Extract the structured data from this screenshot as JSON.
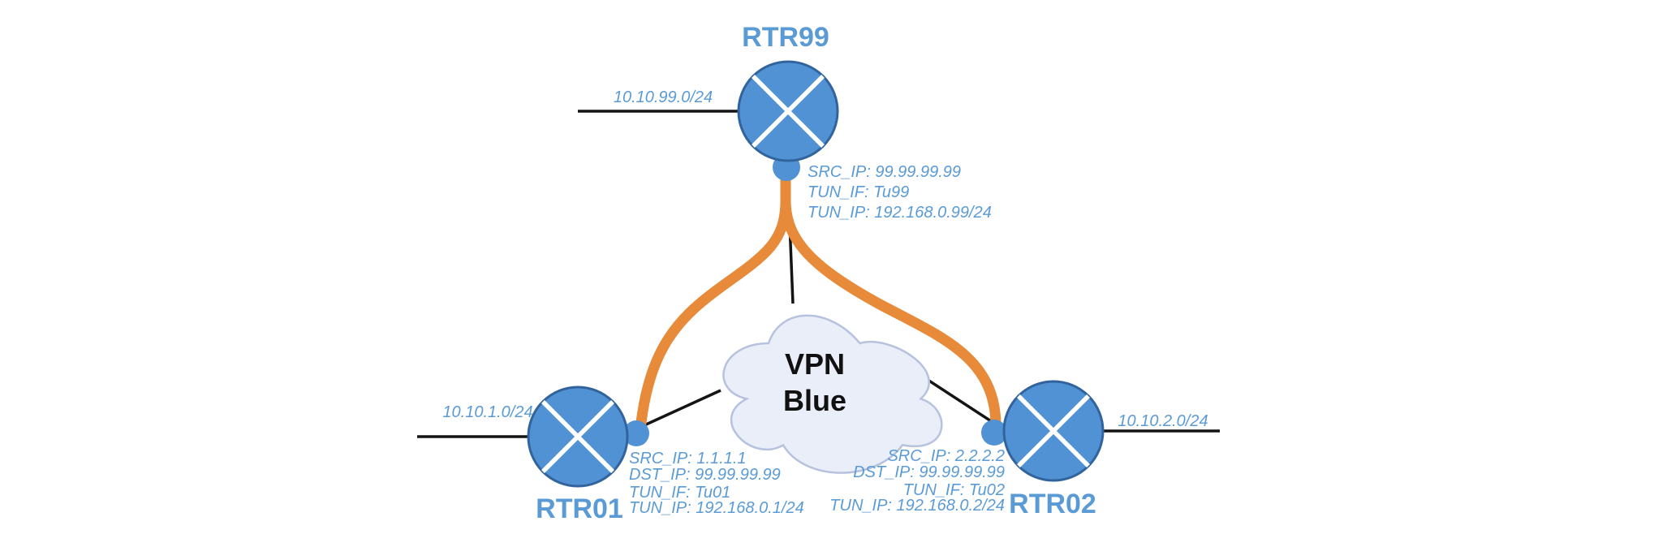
{
  "cloud": {
    "label_line1": "VPN",
    "label_line2": "Blue"
  },
  "routers": {
    "rtr99": {
      "name": "RTR99",
      "lan_subnet": "10.10.99.0/24",
      "labels": [
        "SRC_IP: 99.99.99.99",
        "TUN_IF: Tu99",
        "TUN_IP: 192.168.0.99/24"
      ]
    },
    "rtr01": {
      "name": "RTR01",
      "lan_subnet": "10.10.1.0/24",
      "labels": [
        "SRC_IP: 1.1.1.1",
        "DST_IP: 99.99.99.99",
        "TUN_IF: Tu01",
        "TUN_IP: 192.168.0.1/24"
      ]
    },
    "rtr02": {
      "name": "RTR02",
      "lan_subnet": "10.10.2.0/24",
      "labels": [
        "SRC_IP: 2.2.2.2",
        "DST_IP: 99.99.99.99",
        "TUN_IF: Tu02",
        "TUN_IP: 192.168.0.2/24"
      ]
    }
  },
  "colors": {
    "router_fill": "#5192D4",
    "router_stroke": "#31639C",
    "tunnel_orange": "#E78A39",
    "label_blue": "#5B9BD5",
    "cloud_fill": "#EAEEF8",
    "cloud_stroke": "#B6C2DE",
    "line_black": "#141414",
    "text_black": "#111111"
  }
}
